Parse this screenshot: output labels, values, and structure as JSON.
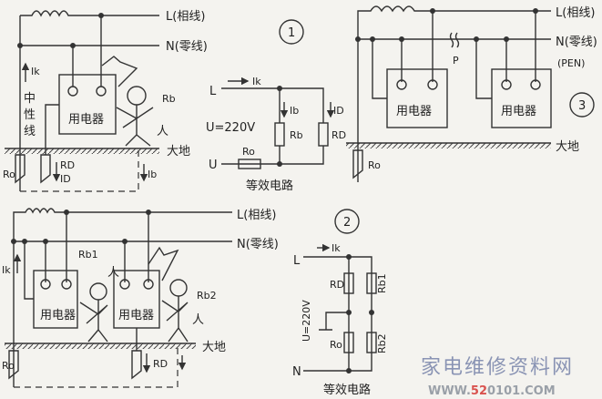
{
  "labels": {
    "L": "L(相线)",
    "N": "N(零线)",
    "PEN": "(PEN)",
    "ground": "大地",
    "device": "用电器",
    "person": "人",
    "neutral_vertical": [
      "中",
      "性",
      "线"
    ],
    "Ik": "Ik",
    "Ib": "Ib",
    "ID": "ID",
    "Rb": "Rb",
    "Rb1": "Rb1",
    "Rb2": "Rb2",
    "RD": "RD",
    "Ro": "Ro",
    "P": "P",
    "L_short": "L",
    "U_short": "U",
    "N_short": "N",
    "voltage": "U=220V",
    "equivalent": "等效电路"
  },
  "figures": [
    "1",
    "2",
    "3"
  ],
  "watermark": {
    "title": "家电维修资料网",
    "url_prefix": "WWW.",
    "url_highlight": "52",
    "url_rest": "0101.COM",
    "highlight_color": "#d9534f"
  }
}
